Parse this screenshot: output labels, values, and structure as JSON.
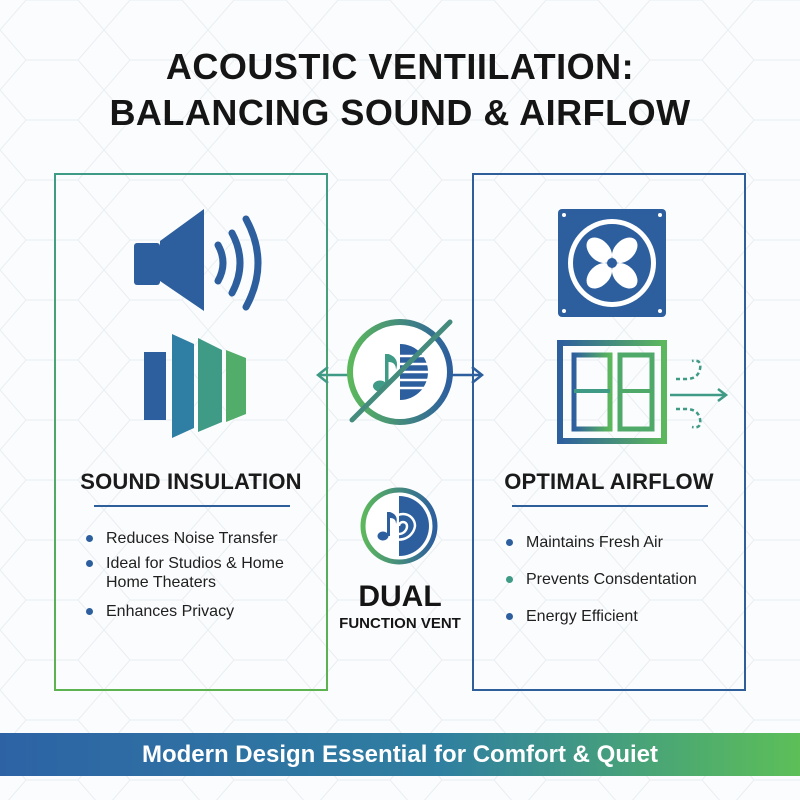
{
  "title": {
    "line1": "ACOUSTIC VENTIILATION:",
    "line2": "BALANCING SOUND & AIRFLOW"
  },
  "left_panel": {
    "heading": "SOUND INSULATION",
    "icons": [
      "speaker-icon",
      "sound-barrier-icon"
    ],
    "bullets": [
      {
        "text": "Reduces Noise Transfer"
      },
      {
        "line1": "Ideal for Studios & Home",
        "line2": "Home Theaters"
      },
      {
        "text": "Enhances Privacy"
      }
    ]
  },
  "right_panel": {
    "heading": "OPTIMAL AIRFLOW",
    "icons": [
      "fan-icon",
      "window-airflow-icon"
    ],
    "bullets": [
      {
        "text": "Maintains Fresh Air"
      },
      {
        "text": "Prevents Consdentation"
      },
      {
        "text": "Energy Efficient"
      }
    ]
  },
  "center": {
    "icons": [
      "no-noise-icon",
      "dual-function-icon"
    ],
    "label_line1": "DUAL",
    "label_line2": "FUNCTION VENT"
  },
  "footer": {
    "text": "Modern Design Essential for Comfort & Quiet"
  },
  "colors": {
    "blue": "#2d5f9e",
    "green": "#5cb85c",
    "teal": "#3f9a86",
    "title": "#151515",
    "background": "#fbfcfd"
  }
}
